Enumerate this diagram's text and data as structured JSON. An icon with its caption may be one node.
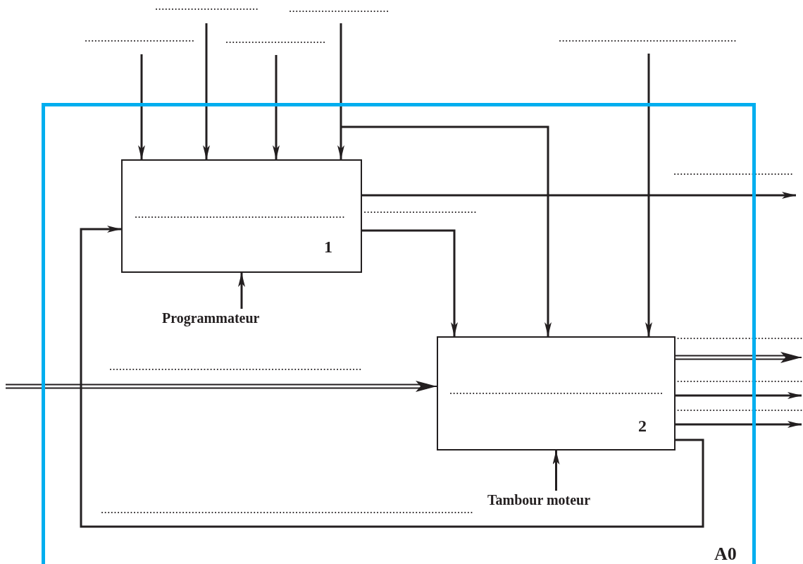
{
  "diagram": {
    "nodes": [
      {
        "text": [
          "A0"
        ]
      },
      {
        "text": [
          "1"
        ],
        "in": 0
      },
      {
        "text": [
          "2"
        ],
        "in": 0
      },
      {
        "text": [
          "Programmateur"
        ],
        "in": 0
      },
      {
        "text": [
          "Tambour moteur"
        ],
        "in": 0
      }
    ],
    "edges": [
      {
        "from": null,
        "to": 1,
        "arrow": "to"
      },
      {
        "from": null,
        "to": 1,
        "arrow": "to"
      },
      {
        "from": null,
        "to": 1,
        "arrow": "to"
      },
      {
        "from": null,
        "to": 1,
        "arrow": "to"
      },
      {
        "from": null,
        "to": 2,
        "arrow": "to"
      },
      {
        "from": null,
        "to": 2,
        "arrow": "to"
      },
      {
        "from": 1,
        "to": null,
        "arrow": "to"
      },
      {
        "from": 1,
        "to": 2,
        "arrow": "to"
      },
      {
        "from": null,
        "to": 2,
        "arrow": "to"
      },
      {
        "from": 2,
        "to": null,
        "arrow": "to"
      },
      {
        "from": 2,
        "to": null,
        "arrow": "to"
      },
      {
        "from": 2,
        "to": null,
        "arrow": "to"
      },
      {
        "from": 2,
        "to": 1,
        "arrow": "to"
      },
      {
        "from": 3,
        "to": 1,
        "arrow": "to"
      },
      {
        "from": 4,
        "to": 2,
        "arrow": "to"
      }
    ]
  }
}
